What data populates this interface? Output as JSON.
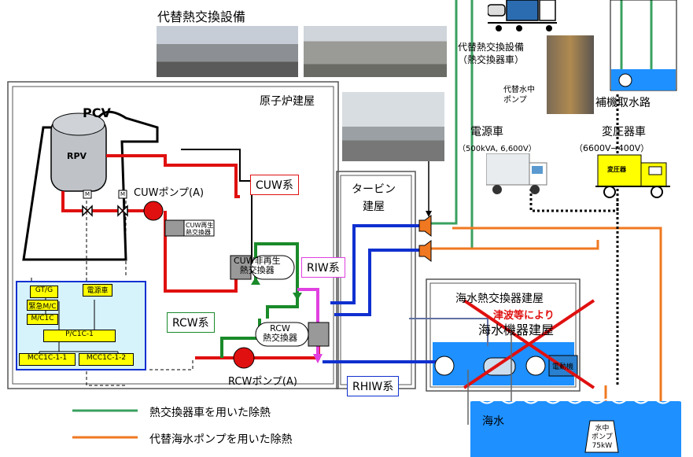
{
  "photos": {
    "top_title": "代替熱交換設備",
    "hx_truck": "代替熱交換設備\n（熱交換器車）",
    "pump_label": "代替水中\nポンプ"
  },
  "buildings": {
    "reactor": "原子炉建屋",
    "turbine": "タービン\n建屋",
    "sw_hx_building": "海水熱交換器建屋",
    "sw_equipment_building": "海水機器建屋",
    "tsunami_note": "津波等により",
    "intake": "補機取水路"
  },
  "vessels": {
    "pcv": "PCV",
    "rpv": "RPV",
    "motor_valve": "M"
  },
  "systems": {
    "cuw": "CUW系",
    "rcw": "RCW系",
    "riw": "RIW系",
    "rhiw": "RHIW系",
    "cuw_pump": "CUWポンプ(A)",
    "rcw_pump": "RCWポンプ(A)",
    "cuw_regen_hx": "CUW再生\n熱交換器",
    "cuw_nonregen_hx": "CUW非再生\n熱交換器",
    "rcw_hx": "RCW\n熱交換器",
    "motor": "電動機"
  },
  "power": {
    "gtg": "GT/G",
    "power_car_box": "電源車",
    "emergency_mc": "緊急M/C",
    "mc1c": "M/C1C",
    "pc1c1": "P/C1C-1",
    "mcc1": "MCC1C-1-1",
    "mcc2": "MCC1C-1-2",
    "power_car": "電源車",
    "power_car_spec": "（500kVA, 6,600V）",
    "transformer_car": "変圧器車",
    "transformer_spec": "（6600V→400V）",
    "transformer_body": "変圧器"
  },
  "sea": {
    "seawater": "海水",
    "sub_pump": "水中\nポンプ\n75kW"
  },
  "legend": [
    {
      "label": "熱交換器車を用いた除熱",
      "color": "#3aa060"
    },
    {
      "label": "代替海水ポンプを用いた除熱",
      "color": "#f07820"
    }
  ],
  "colors": {
    "red": "#e01010",
    "green": "#1a8a2a",
    "blue": "#1030d0",
    "magenta": "#e040e0",
    "orange": "#f07820",
    "sea": "#1e90ff",
    "yellow": "#ffff00"
  }
}
